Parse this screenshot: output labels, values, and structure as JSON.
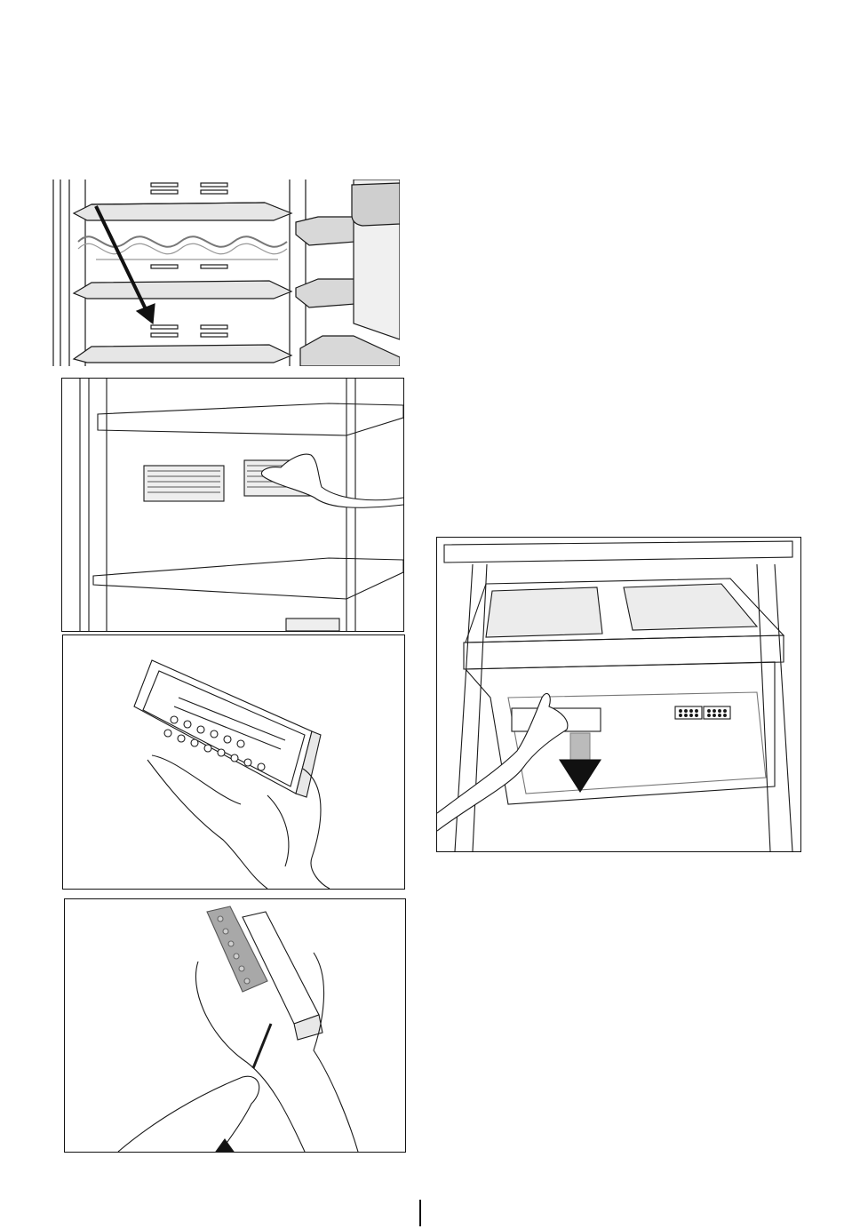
{
  "page": {
    "figures": [
      {
        "id": "shelf-and-bottle-rack"
      },
      {
        "id": "remove-odour-filter-from-rear-wall"
      },
      {
        "id": "odour-filter-held-in-hands"
      },
      {
        "id": "replace-filter-cartridge"
      },
      {
        "id": "pull-out-crisper-drawer"
      }
    ],
    "colors": {
      "line": "#1a1a1a",
      "shade": "#cfcfcf",
      "filter": "#a8a8a8",
      "arrow": "#111111"
    }
  }
}
